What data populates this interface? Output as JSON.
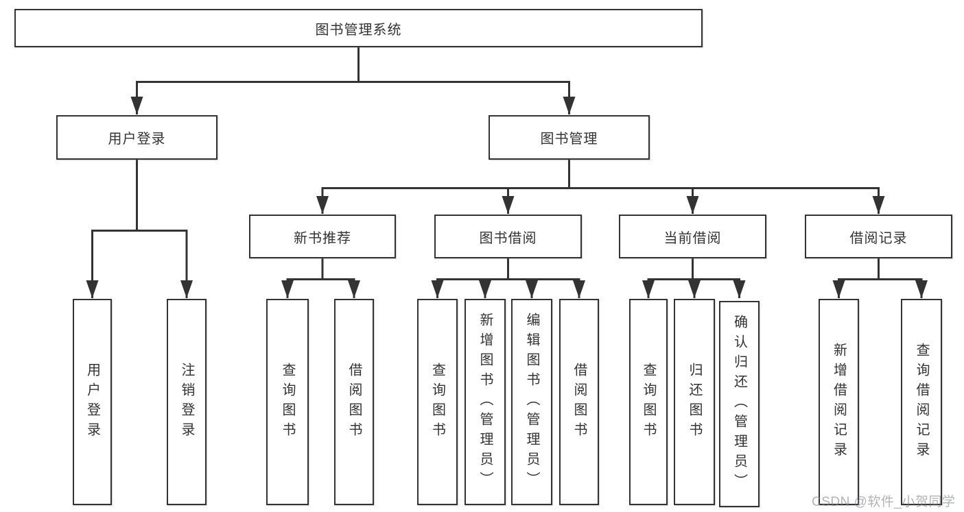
{
  "diagram": {
    "root": "图书管理系统",
    "branches": [
      {
        "label": "用户登录",
        "children": [
          "用户登录",
          "注销登录"
        ]
      },
      {
        "label": "图书管理",
        "sections": [
          {
            "label": "新书推荐",
            "children": [
              "查询图书",
              "借阅图书"
            ]
          },
          {
            "label": "图书借阅",
            "children": [
              "查询图书",
              "新增图书（管理员）",
              "编辑图书（管理员）",
              "借阅图书"
            ]
          },
          {
            "label": "当前借阅",
            "children": [
              "查询图书",
              "归还图书",
              "确认归还（管理员）"
            ]
          },
          {
            "label": "借阅记录",
            "children": [
              "新增借阅记录",
              "查询借阅记录"
            ]
          }
        ]
      }
    ]
  },
  "watermark": "CSDN @软件_小贺同学",
  "colors": {
    "line": "#333333",
    "box_border": "#333333",
    "text": "#333333",
    "watermark": "#82858a",
    "background": "#ffffff"
  }
}
